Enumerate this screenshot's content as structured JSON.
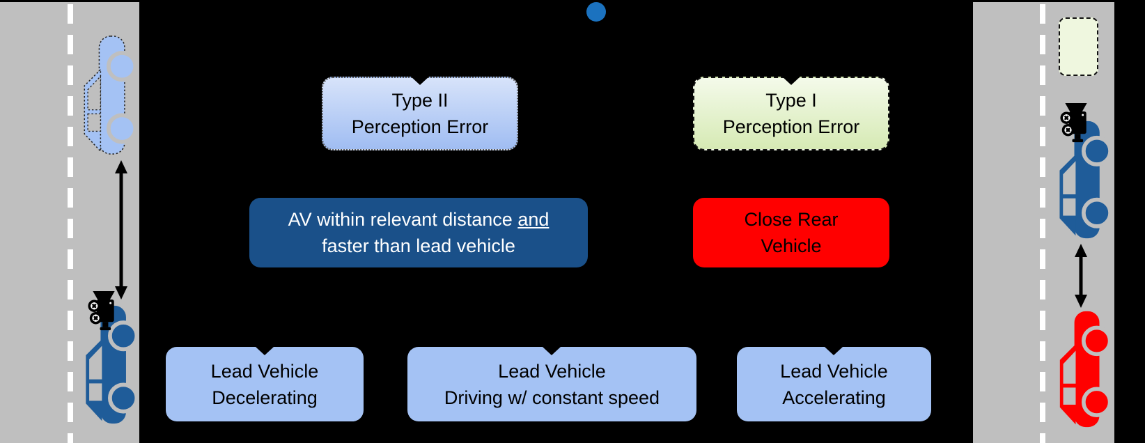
{
  "colors": {
    "background": "#000000",
    "lane": "#BFBFBF",
    "lane_line": "#FFFFFF",
    "car_blue": "#1F5C99",
    "car_ghost_blue": "#A4C2F4",
    "car_red": "#FF0000",
    "dot_blue": "#1B72BF",
    "navy_box": "#1A5089",
    "red_box": "#FF0000",
    "light_blue_box": "#A4C2F4",
    "type2_grad_top": "#D7E3FA",
    "type2_grad_bottom": "#A0BDF2",
    "type1_grad_top": "#F4FAEA",
    "type1_grad_bottom": "#D6EAB4",
    "ghost_green_box": "#EFF7DF"
  },
  "boxes": {
    "type2_perception_error": {
      "line1": "Type II",
      "line2": "Perception Error"
    },
    "type1_perception_error": {
      "line1": "Type I",
      "line2": "Perception Error"
    },
    "av_condition": {
      "line1_text": "AV within relevant distance",
      "line1_and": "and",
      "line2": "faster than lead vehicle"
    },
    "close_rear_vehicle": {
      "line1": "Close Rear",
      "line2": "Vehicle"
    },
    "lead_vehicle_decelerating": {
      "line1": "Lead Vehicle",
      "line2": "Decelerating"
    },
    "lead_vehicle_constant_speed": {
      "line1": "Lead Vehicle",
      "line2": "Driving w/ constant speed"
    },
    "lead_vehicle_accelerating": {
      "line1": "Lead Vehicle",
      "line2": "Accelerating"
    }
  },
  "icons": {
    "top_marker": "blue-dot",
    "left_lane": [
      "ghost-car-icon",
      "distance-arrow-icon",
      "av-car-icon",
      "camera-icon"
    ],
    "right_lane": [
      "ghost-detection-box",
      "camera-icon",
      "av-car-icon",
      "distance-arrow-icon",
      "rear-car-icon"
    ]
  }
}
